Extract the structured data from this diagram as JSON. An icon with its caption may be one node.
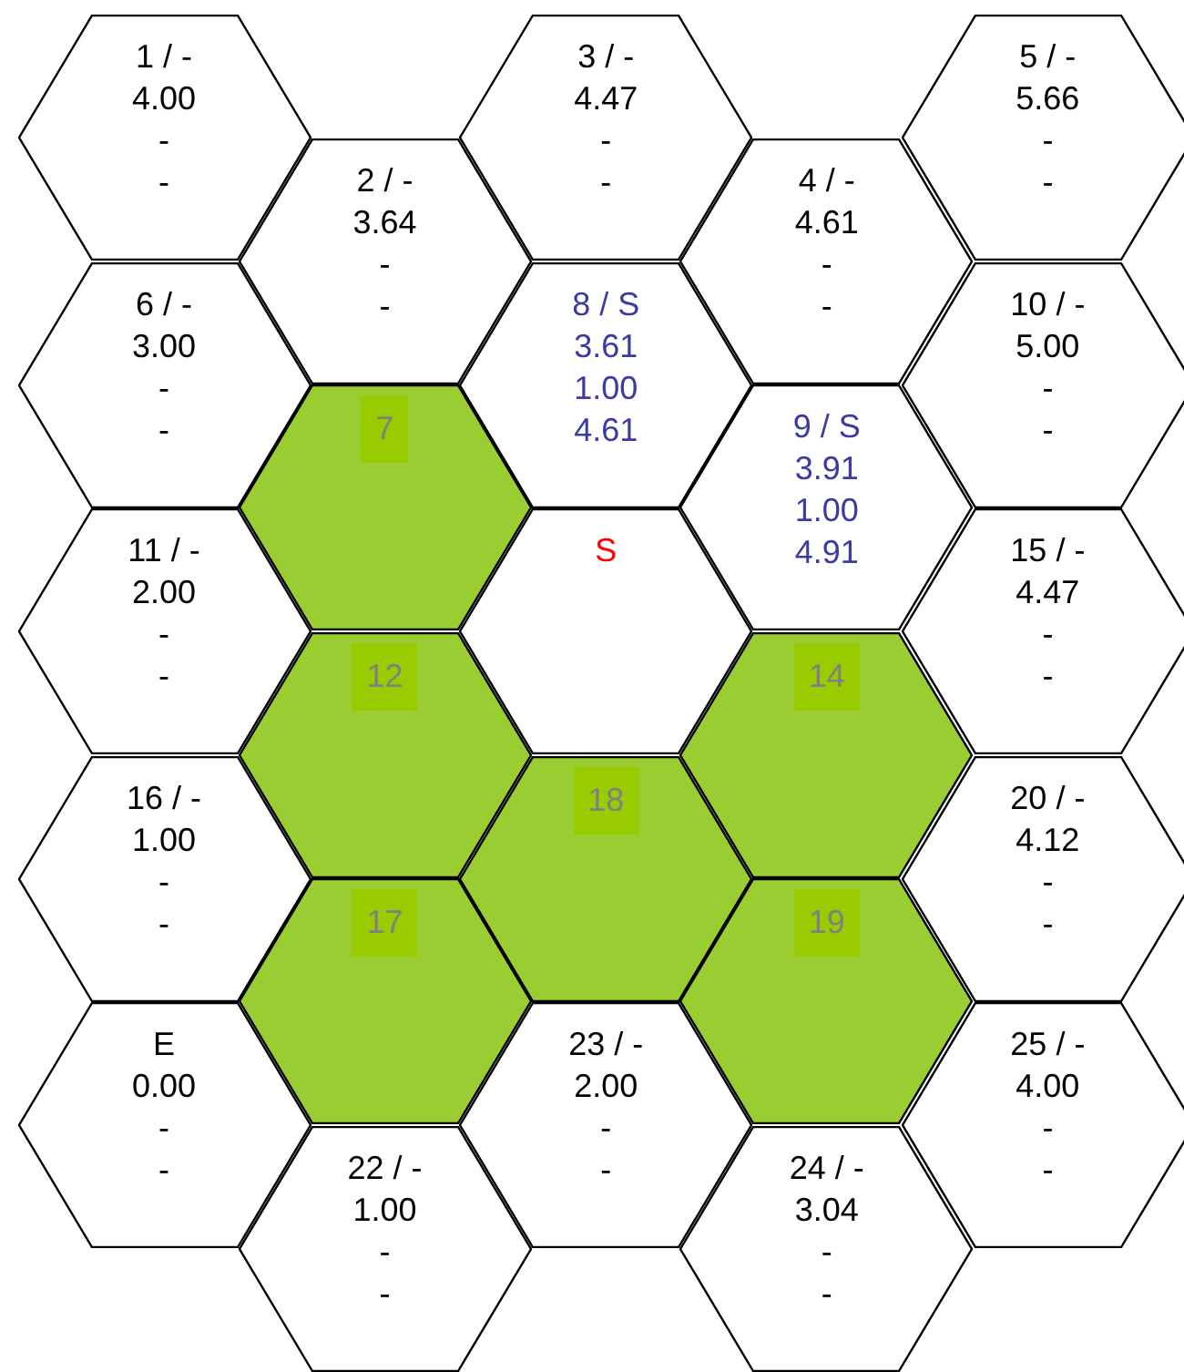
{
  "diagram": {
    "nodes": [
      {
        "text": [
          "1 / -",
          "4.00",
          "-",
          "-"
        ]
      },
      {
        "text": [
          "2 / -",
          "3.64",
          "-",
          "-"
        ]
      },
      {
        "text": [
          "3 / -",
          "4.47",
          "-",
          "-"
        ]
      },
      {
        "text": [
          "4 / -",
          "4.61",
          "-",
          "-"
        ]
      },
      {
        "text": [
          "5 / -",
          "5.66",
          "-",
          "-"
        ]
      },
      {
        "text": [
          "6 / -",
          "3.00",
          "-",
          "-"
        ]
      },
      {
        "text": [
          "7"
        ]
      },
      {
        "text": [
          "8 / S",
          "3.61",
          "1.00",
          "4.61"
        ]
      },
      {
        "text": [
          "9 / S",
          "3.91",
          "1.00",
          "4.91"
        ]
      },
      {
        "text": [
          "10 / -",
          "5.00",
          "-",
          "-"
        ]
      },
      {
        "text": [
          "11 / -",
          "2.00",
          "-",
          "-"
        ]
      },
      {
        "text": [
          "12"
        ]
      },
      {
        "text": [
          "S"
        ]
      },
      {
        "text": [
          "14"
        ]
      },
      {
        "text": [
          "15 / -",
          "4.47",
          "-",
          "-"
        ]
      },
      {
        "text": [
          "16 / -",
          "1.00",
          "-",
          "-"
        ]
      },
      {
        "text": [
          "17"
        ]
      },
      {
        "text": [
          "18"
        ]
      },
      {
        "text": [
          "19"
        ]
      },
      {
        "text": [
          "20 / -",
          "4.12",
          "-",
          "-"
        ]
      },
      {
        "text": [
          "E",
          "0.00",
          "-",
          "-"
        ]
      },
      {
        "text": [
          "22 / -",
          "1.00",
          "-",
          "-"
        ]
      },
      {
        "text": [
          "23 / -",
          "2.00",
          "-",
          "-"
        ]
      },
      {
        "text": [
          "24 / -",
          "3.04",
          "-",
          "-"
        ]
      },
      {
        "text": [
          "25 / -",
          "4.00",
          "-",
          "-"
        ]
      }
    ]
  }
}
